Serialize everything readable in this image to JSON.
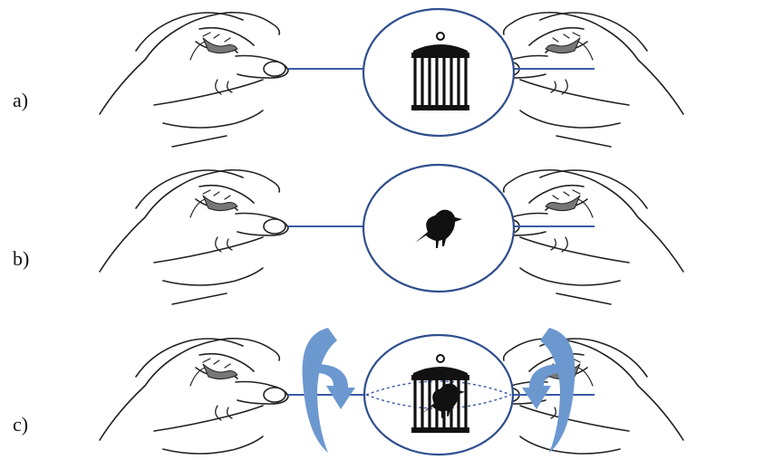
{
  "panels": [
    {
      "label": "a)",
      "content": "cage-icon",
      "spinning": false
    },
    {
      "label": "b)",
      "content": "bird-icon",
      "spinning": false
    },
    {
      "label": "c)",
      "content": "bird-in-cage-icon",
      "spinning": true
    }
  ],
  "colors": {
    "string": "#3b5aa8",
    "disc_outline": "#2f4e8e",
    "rotation_arrow": "#6c98d0",
    "ink": "#111111"
  }
}
